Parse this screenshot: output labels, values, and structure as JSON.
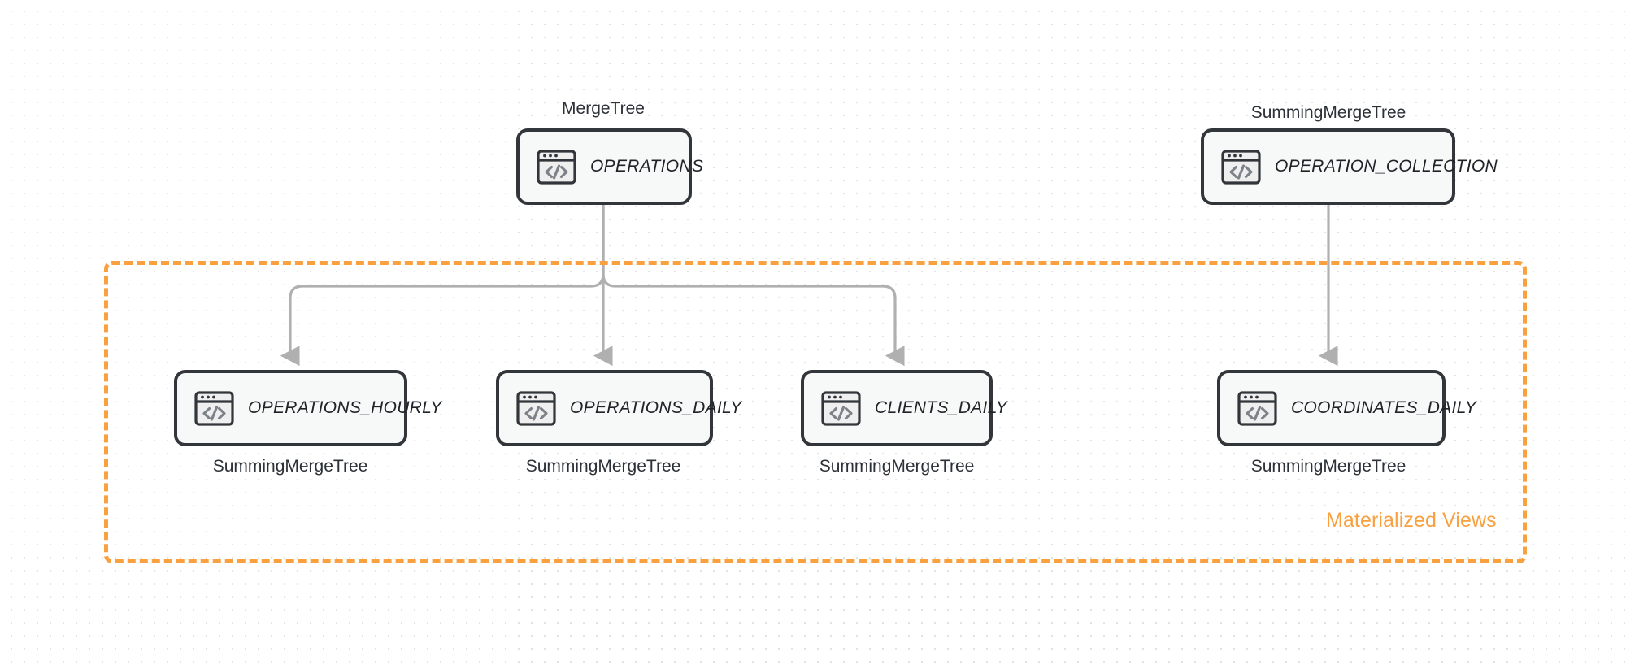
{
  "diagram": {
    "title": "ClickHouse Materialized Views data flow",
    "background": {
      "color": "#ffffff",
      "dot_grid_color": "#e3e3e3"
    },
    "group": {
      "label": "Materialized Views",
      "color": "#F9A03F",
      "style": "dashed"
    },
    "edge_color": "#b0b0b0",
    "node_border_color": "#32363b",
    "node_fill_color": "#f7f8f8"
  },
  "nodes": {
    "operations": {
      "name": "OPERATIONS",
      "engine": "MergeTree",
      "icon": "code-window-icon"
    },
    "operation_collection": {
      "name": "OPERATION_COLLECTION",
      "engine": "SummingMergeTree",
      "icon": "code-window-icon"
    },
    "operations_hourly": {
      "name": "OPERATIONS_HOURLY",
      "engine": "SummingMergeTree",
      "icon": "code-window-icon"
    },
    "operations_daily": {
      "name": "OPERATIONS_DAILY",
      "engine": "SummingMergeTree",
      "icon": "code-window-icon"
    },
    "clients_daily": {
      "name": "CLIENTS_DAILY",
      "engine": "SummingMergeTree",
      "icon": "code-window-icon"
    },
    "coordinates_daily": {
      "name": "COORDINATES_DAILY",
      "engine": "SummingMergeTree",
      "icon": "code-window-icon"
    }
  },
  "edges": [
    {
      "from": "operations",
      "to": "operations_hourly"
    },
    {
      "from": "operations",
      "to": "operations_daily"
    },
    {
      "from": "operations",
      "to": "clients_daily"
    },
    {
      "from": "operation_collection",
      "to": "coordinates_daily"
    }
  ]
}
